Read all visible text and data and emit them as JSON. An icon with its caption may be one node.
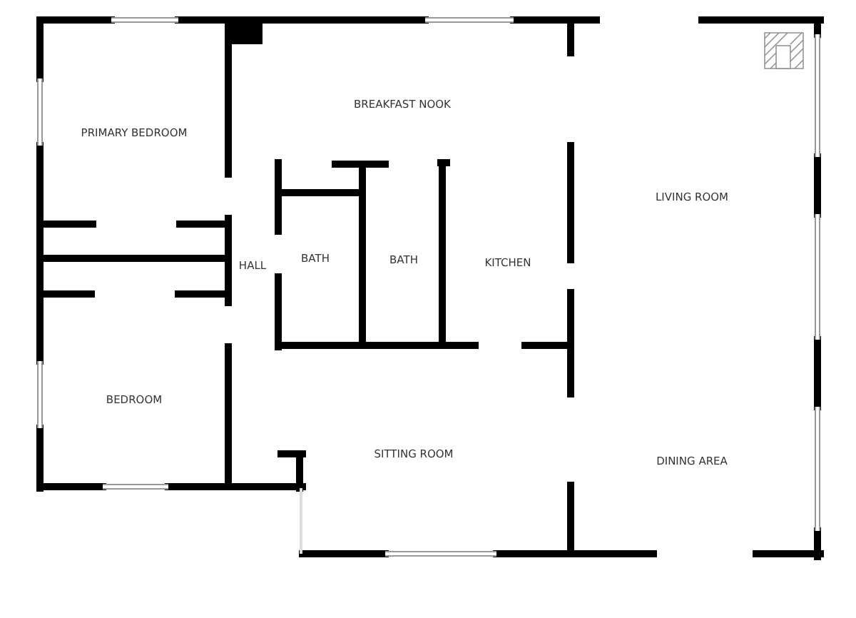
{
  "diagram": {
    "labels": [
      "PRIMARY BEDROOM",
      "BREAKFAST NOOK",
      "LIVING ROOM",
      "HALL",
      "BATH",
      "BATH",
      "KITCHEN",
      "BEDROOM",
      "SITTING ROOM",
      "DINING AREA"
    ]
  }
}
